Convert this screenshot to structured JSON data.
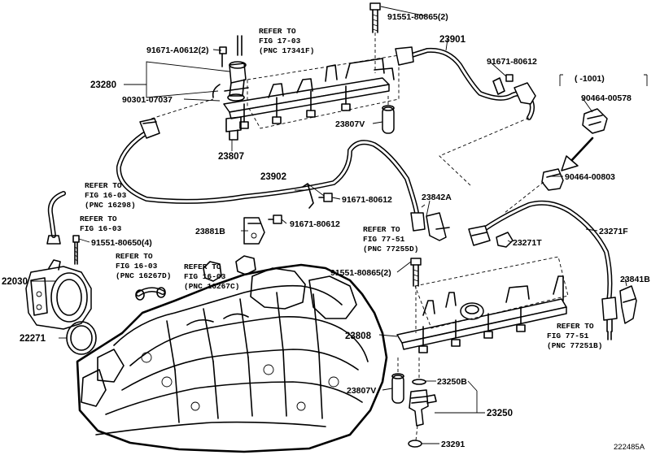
{
  "diagram": {
    "drawing_id": "222485A",
    "labels": {
      "p91551_80865_top": "91551-80865(2)",
      "p23901": "23901",
      "p91671_A0612": "91671-A0612(2)",
      "p91671_80612_a": "91671-80612",
      "p23280": "23280",
      "p90301_07037": "90301-07037",
      "p23807_v": "23807V",
      "p23807": "23807",
      "p23902": "23902",
      "p91671_80612_b": "91671-80612",
      "p91671_80612_c": "91671-80612",
      "p23881b": "23881B",
      "p23842a": "23842A",
      "p91551_80650": "91551-80650(4)",
      "p22030": "22030",
      "p22271": "22271",
      "p91551_80865_mid": "91551-80865(2)",
      "p23808": "23808",
      "p23807_v2": "23807V",
      "p23250b": "23250B",
      "p23250": "23250",
      "p23291": "23291",
      "p23271t": "23271T",
      "p23271f": "23271F",
      "p23841b": "23841B",
      "p90464_00578": "90464-00578",
      "p90464_00803": "90464-00803",
      "date_range": "(   -1001)"
    },
    "refs": {
      "r17": [
        "REFER TO",
        "FIG 17-03",
        "(PNC 17341F)"
      ],
      "r16_top": [
        "REFER TO",
        "FIG 16-03",
        "(PNC 16298)"
      ],
      "r16_mid": [
        "REFER TO",
        "FIG 16-03"
      ],
      "r16_d": [
        "REFER TO",
        "FIG 16-03",
        "(PNC 16267D)"
      ],
      "r16_c": [
        "REFER TO",
        "FIG 16-03",
        "(PNC 16267C)"
      ],
      "r77_d": [
        "REFER TO",
        "FIG 77-51",
        "(PNC 77255D)"
      ],
      "r77_b": [
        "REFER TO",
        "FIG 77-51",
        "(PNC 77251B)"
      ]
    }
  }
}
